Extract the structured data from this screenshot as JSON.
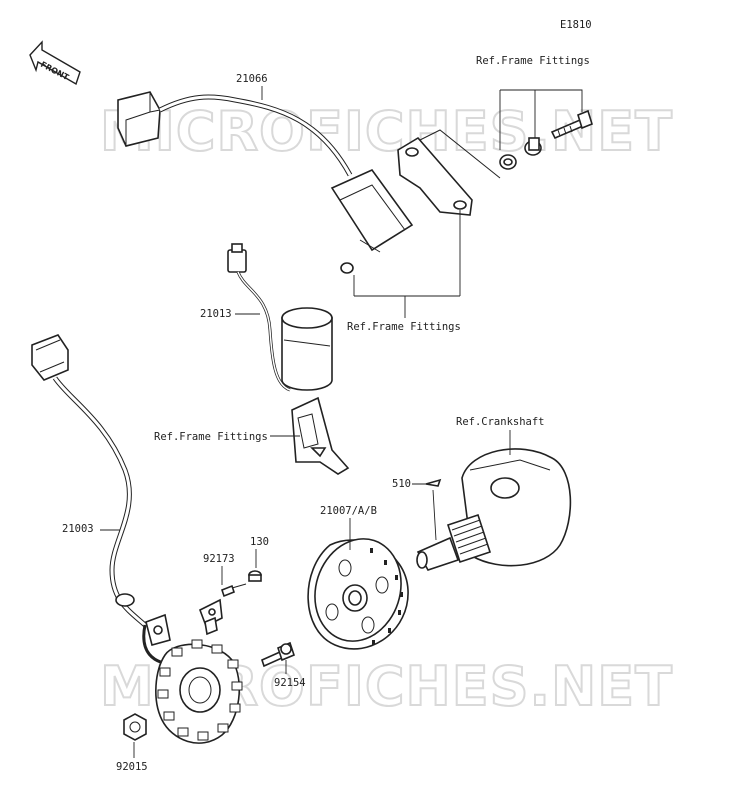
{
  "diagram": {
    "code": "E1810",
    "front_label": "FRONT",
    "watermark": "MICROFICHES.NET",
    "labels": {
      "p21066": "21066",
      "ref_frame_1": "Ref.Frame Fittings",
      "ref_frame_2": "Ref.Frame Fittings",
      "p21013": "21013",
      "ref_frame_3": "Ref.Frame Fittings",
      "ref_crankshaft": "Ref.Crankshaft",
      "p510": "510",
      "p21007": "21007/A/B",
      "p21003": "21003",
      "p130": "130",
      "p92173": "92173",
      "p92154": "92154",
      "p92015": "92015"
    }
  }
}
